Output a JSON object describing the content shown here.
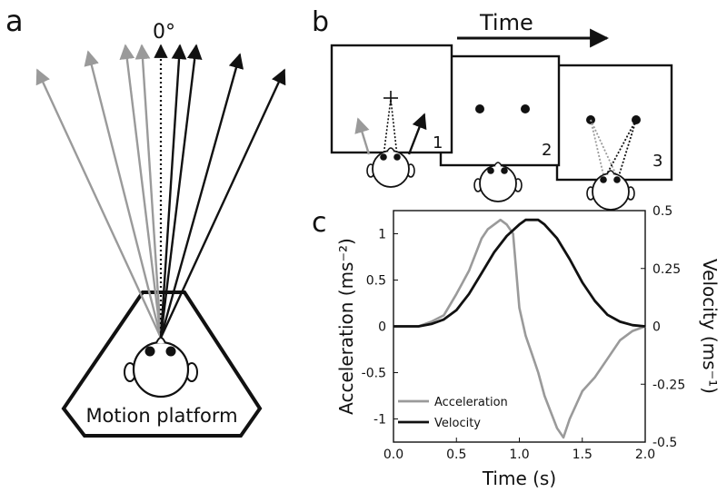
{
  "panels": {
    "a": {
      "label": "a",
      "heading_label": "0°",
      "platform_label": "Motion platform"
    },
    "b": {
      "label": "b",
      "time_label": "Time",
      "frame_numbers": [
        "1",
        "2",
        "3"
      ]
    },
    "c": {
      "label": "c"
    }
  },
  "colors": {
    "gray": "#9a9a9a",
    "black": "#111111"
  },
  "icons": [
    "head-icon",
    "fixation-cross-icon",
    "target-dot-icon",
    "arrow-icon"
  ],
  "chart_data": {
    "type": "line",
    "xlabel": "Time (s)",
    "ylabel_left": "Acceleration (ms⁻²)",
    "ylabel_right": "Velocity (ms⁻¹)",
    "xlim": [
      0,
      2
    ],
    "ylim_left": [
      -1.25,
      1.25
    ],
    "ylim_right": [
      -0.5,
      0.5
    ],
    "x_ticks": [
      "0.0",
      "0.5",
      "1.0",
      "1.5",
      "2.0"
    ],
    "y_ticks_left": [
      "1",
      "0.5",
      "0",
      "-0.5",
      "-1"
    ],
    "y_ticks_right": [
      "0.5",
      "0.25",
      "0",
      "-0.25",
      "-0.5"
    ],
    "legend_position": "bottom-left",
    "series": [
      {
        "name": "Acceleration",
        "axis": "left",
        "color": "#9a9a9a",
        "x": [
          0.0,
          0.2,
          0.3,
          0.4,
          0.5,
          0.6,
          0.7,
          0.75,
          0.8,
          0.85,
          0.9,
          0.95,
          1.0,
          1.05,
          1.1,
          1.15,
          1.2,
          1.3,
          1.35,
          1.4,
          1.5,
          1.6,
          1.7,
          1.8,
          1.9,
          2.0
        ],
        "values": [
          0.0,
          0.0,
          0.05,
          0.12,
          0.35,
          0.6,
          0.95,
          1.05,
          1.1,
          1.15,
          1.1,
          1.0,
          0.2,
          -0.1,
          -0.3,
          -0.5,
          -0.75,
          -1.1,
          -1.2,
          -1.0,
          -0.7,
          -0.55,
          -0.35,
          -0.15,
          -0.05,
          0.0
        ]
      },
      {
        "name": "Velocity",
        "axis": "right",
        "color": "#111111",
        "x": [
          0.0,
          0.2,
          0.3,
          0.4,
          0.5,
          0.6,
          0.7,
          0.8,
          0.9,
          1.0,
          1.05,
          1.1,
          1.15,
          1.2,
          1.3,
          1.4,
          1.5,
          1.6,
          1.7,
          1.8,
          1.9,
          2.0
        ],
        "values": [
          0.0,
          0.0,
          0.01,
          0.03,
          0.07,
          0.14,
          0.23,
          0.32,
          0.39,
          0.44,
          0.46,
          0.46,
          0.46,
          0.44,
          0.38,
          0.29,
          0.19,
          0.11,
          0.05,
          0.02,
          0.005,
          0.0
        ]
      }
    ]
  }
}
